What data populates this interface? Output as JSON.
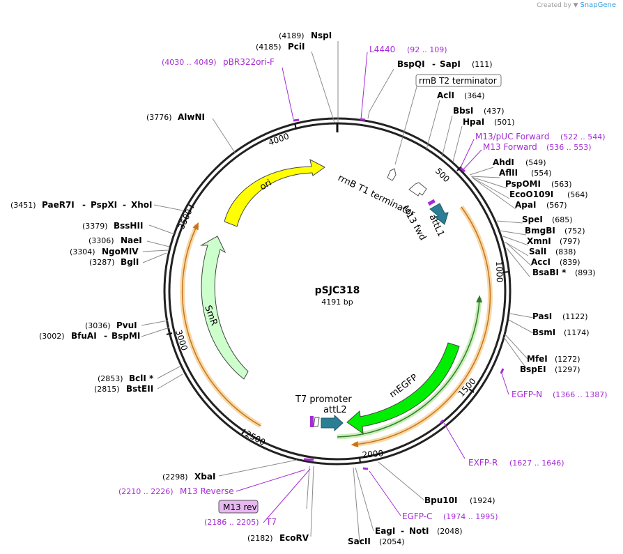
{
  "credit": {
    "prefix": "Created by",
    "brand": "SnapGene"
  },
  "plasmid": {
    "name": "pSJC318",
    "length_label": "4191 bp"
  },
  "ticks": [
    "500",
    "1000",
    "1500",
    "2000",
    "2500",
    "3000",
    "3500",
    "4000"
  ],
  "sites_right": [
    {
      "name": "NspI",
      "pos": "(4189)"
    },
    {
      "name": "PciI",
      "pos": "(4185)"
    },
    {
      "name": "BspQI",
      "sep": "-",
      "name2": "SapI",
      "pos": "(111)"
    },
    {
      "name": "AclI",
      "pos": "(364)"
    },
    {
      "name": "BbsI",
      "pos": "(437)"
    },
    {
      "name": "HpaI",
      "pos": "(501)"
    },
    {
      "name": "AhdI",
      "pos": "(549)"
    },
    {
      "name": "AflII",
      "pos": "(554)"
    },
    {
      "name": "PspOMI",
      "pos": "(563)"
    },
    {
      "name": "EcoO109I",
      "pos": "(564)"
    },
    {
      "name": "ApaI",
      "pos": "(567)"
    },
    {
      "name": "SpeI",
      "pos": "(685)"
    },
    {
      "name": "BmgBI",
      "pos": "(752)"
    },
    {
      "name": "XmnI",
      "pos": "(797)"
    },
    {
      "name": "SalI",
      "pos": "(838)"
    },
    {
      "name": "AccI",
      "pos": "(839)"
    },
    {
      "name": "BsaBI *",
      "pos": "(893)"
    },
    {
      "name": "PasI",
      "pos": "(1122)"
    },
    {
      "name": "BsmI",
      "pos": "(1174)"
    },
    {
      "name": "MfeI",
      "pos": "(1272)"
    },
    {
      "name": "BspEI",
      "pos": "(1297)"
    },
    {
      "name": "Bpu10I",
      "pos": "(1924)"
    },
    {
      "name": "EagI",
      "sep": "-",
      "name2": "NotI",
      "pos": "(2048)"
    },
    {
      "name": "SacII",
      "pos": "(2054)"
    },
    {
      "name": "EcoRV",
      "pos": "(2182)"
    }
  ],
  "sites_left": [
    {
      "name": "AlwNI",
      "pos": "(3776)"
    },
    {
      "name": "PaeR7I",
      "sep": "-",
      "name2": "PspXI",
      "sep2": "-",
      "name3": "XhoI",
      "pos": "(3451)"
    },
    {
      "name": "BssHII",
      "pos": "(3379)"
    },
    {
      "name": "NaeI",
      "pos": "(3306)"
    },
    {
      "name": "NgoMIV",
      "pos": "(3304)"
    },
    {
      "name": "BglI",
      "pos": "(3287)"
    },
    {
      "name": "PvuI",
      "pos": "(3036)"
    },
    {
      "name": "BfuAI",
      "sep": "-",
      "name2": "BspMI",
      "pos": "(3002)"
    },
    {
      "name": "BclI *",
      "pos": "(2853)"
    },
    {
      "name": "BstEII",
      "pos": "(2815)"
    },
    {
      "name": "XbaI",
      "pos": "(2298)"
    }
  ],
  "primers": [
    {
      "name": "pBR322ori-F",
      "range": "(4030 .. 4049)"
    },
    {
      "name": "L4440",
      "range": "(92 .. 109)"
    },
    {
      "name": "M13/pUC Forward",
      "range": "(522 .. 544)"
    },
    {
      "name": "M13 Forward",
      "range": "(536 .. 553)"
    },
    {
      "name": "EGFP-N",
      "range": "(1366 .. 1387)"
    },
    {
      "name": "EXFP-R",
      "range": "(1627 .. 1646)"
    },
    {
      "name": "EGFP-C",
      "range": "(1974 .. 1995)"
    },
    {
      "name": "M13 Reverse",
      "range": "(2210 .. 2226)"
    },
    {
      "name": "T7",
      "range": "(2186 .. 2205)"
    }
  ],
  "boxed_features": {
    "rrnb_t2": "rrnB T2 terminator",
    "m13_rev": "M13 rev"
  },
  "features": {
    "ori": "ori",
    "smr": "SmR",
    "megfp": "mEGFP",
    "rrnb_t1": "rrnB T1 terminator",
    "m13_fwd": "M13 fwd",
    "attl1": "attL1",
    "attl2": "attL2",
    "t7_promoter": "T7 promoter"
  },
  "colors": {
    "ori": "#ffff00",
    "smr": "#ccffcc",
    "megfp": "#00ee00",
    "att": "#2b7e93",
    "primer": "#a52bd6",
    "orange_arc": "#e8a64a",
    "green_arc": "#6db84a",
    "backbone": "#222222"
  }
}
